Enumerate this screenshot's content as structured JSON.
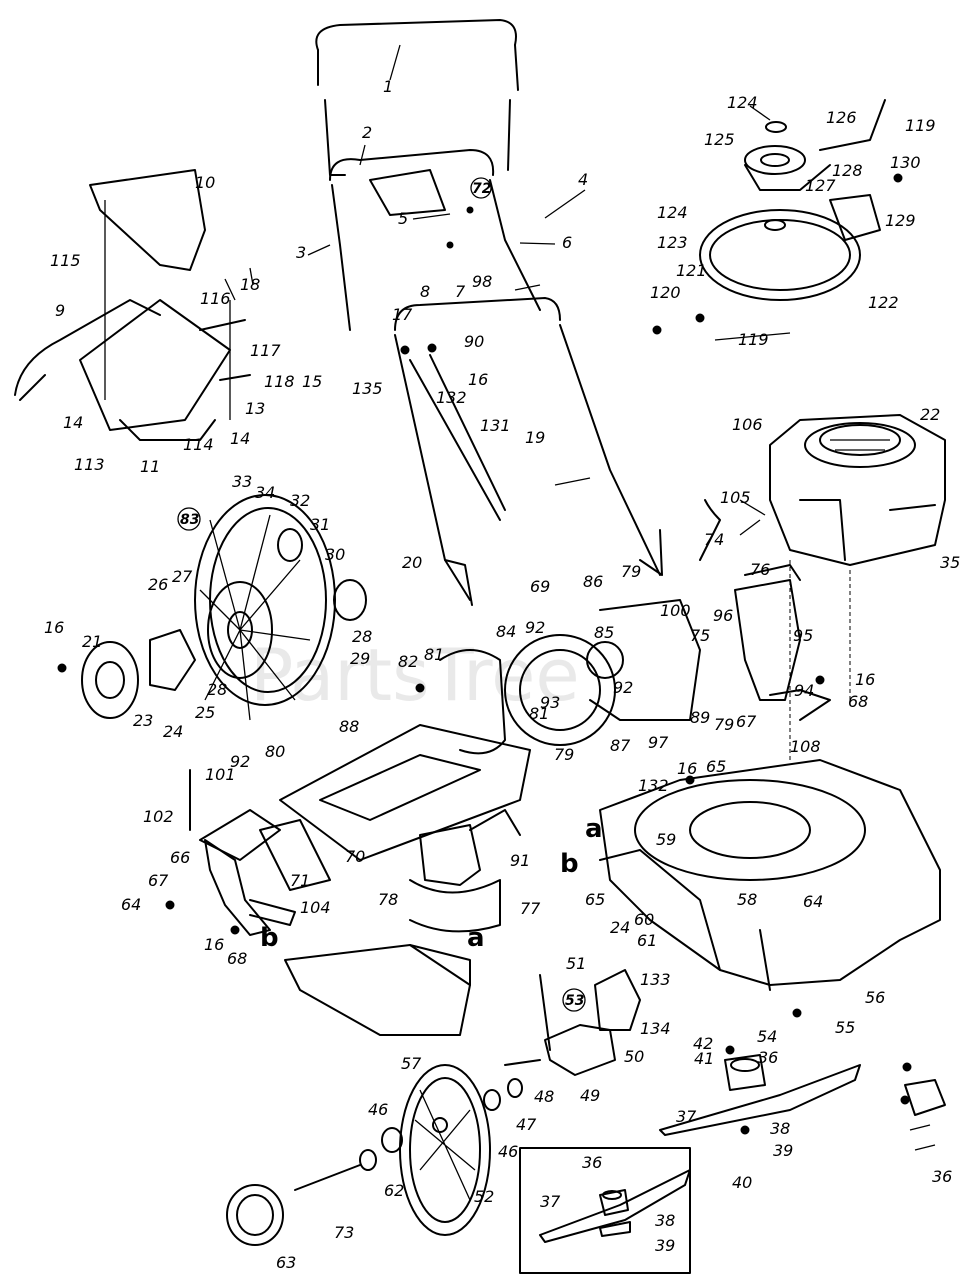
{
  "watermark": "PartsTree",
  "labels": [
    "1",
    "2",
    "3",
    "4",
    "5",
    "6",
    "7",
    "8",
    "9",
    "10",
    "11",
    "13",
    "14",
    "14",
    "15",
    "16",
    "16",
    "16",
    "16",
    "16",
    "17",
    "18",
    "19",
    "20",
    "21",
    "22",
    "23",
    "24",
    "24",
    "25",
    "26",
    "27",
    "28",
    "28",
    "29",
    "30",
    "31",
    "32",
    "33",
    "34",
    "35",
    "36",
    "36",
    "36",
    "37",
    "37",
    "38",
    "38",
    "39",
    "39",
    "40",
    "41",
    "42",
    "46",
    "46",
    "47",
    "48",
    "49",
    "50",
    "51",
    "52",
    "54",
    "55",
    "56",
    "57",
    "58",
    "59",
    "60",
    "61",
    "62",
    "63",
    "64",
    "64",
    "65",
    "65",
    "66",
    "67",
    "67",
    "68",
    "68",
    "69",
    "70",
    "71",
    "73",
    "74",
    "75",
    "76",
    "77",
    "78",
    "79",
    "79",
    "79",
    "80",
    "81",
    "81",
    "82",
    "84",
    "85",
    "86",
    "87",
    "88",
    "89",
    "90",
    "91",
    "92",
    "92",
    "92",
    "93",
    "94",
    "95",
    "96",
    "97",
    "98",
    "100",
    "101",
    "102",
    "104",
    "105",
    "106",
    "108",
    "113",
    "114",
    "115",
    "116",
    "117",
    "118",
    "119",
    "119",
    "120",
    "121",
    "122",
    "123",
    "124",
    "124",
    "125",
    "126",
    "127",
    "128",
    "129",
    "130",
    "131",
    "132",
    "132",
    "133",
    "134",
    "135"
  ],
  "circled_labels": [
    "72",
    "83",
    "53"
  ],
  "letter_labels": [
    "a",
    "a",
    "b",
    "b"
  ]
}
